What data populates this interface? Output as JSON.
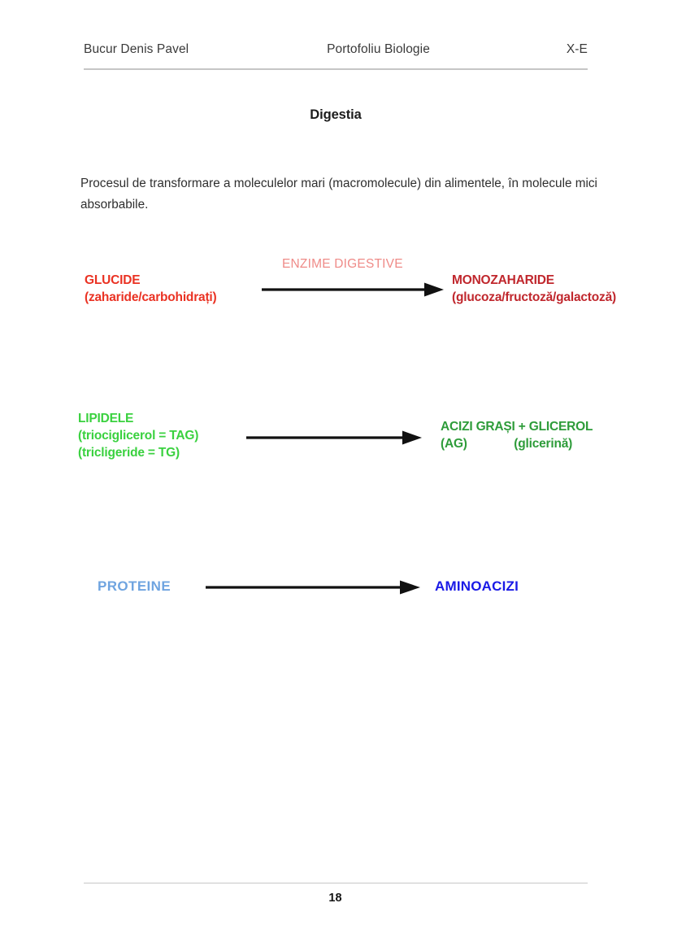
{
  "header": {
    "left": "Bucur Denis Pavel",
    "center": "Portofoliu Biologie",
    "right": "X-E"
  },
  "title": "Digestia",
  "intro": "Procesul de transformare a moleculelor mari (macromolecule) din alimentele, în molecule mici absorbabile.",
  "reactions": [
    {
      "id": "glucide",
      "reactant": "GLUCIDE\n(zaharide/carbohidrați)",
      "catalyst": "ENZIME DIGESTIVE",
      "product": "MONOZAHARIDE\n(glucoza/fructoză/galactoză)",
      "reactant_color": "#ea3223",
      "product_color": "#c0272d",
      "catalyst_color": "#ef8b88"
    },
    {
      "id": "lipide",
      "reactant": "LIPIDELE\n(triociglicerol = TAG)\n(tricligeride = TG)",
      "catalyst": "",
      "product": "ACIZI GRAȘI + GLICEROL\n(AG)              (glicerină)",
      "reactant_color": "#3ad13f",
      "product_color": "#2e9c3a",
      "catalyst_color": ""
    },
    {
      "id": "proteine",
      "reactant": "PROTEINE",
      "catalyst": "",
      "product": "AMINOACIZI",
      "reactant_color": "#6fa4e0",
      "product_color": "#1a1ae6",
      "catalyst_color": ""
    }
  ],
  "footer": {
    "page_number": "18"
  },
  "colors": {
    "rule": "#c6c6c6",
    "arrow": "#111111",
    "body_text": "#2f2f2f",
    "background": "#ffffff"
  }
}
